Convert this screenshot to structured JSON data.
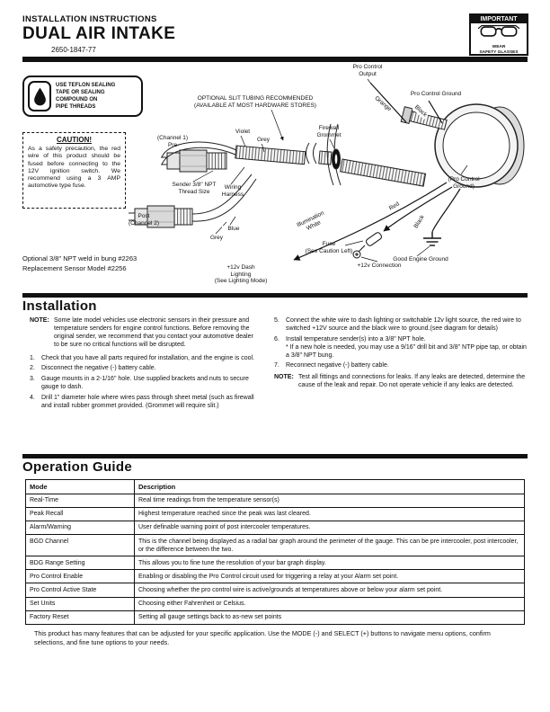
{
  "header": {
    "eyebrow": "INSTALLATION INSTRUCTIONS",
    "title": "DUAL AIR INTAKE",
    "part_number": "2650-1847-77",
    "badge_title": "IMPORTANT",
    "badge_subtitle": "WEAR\nSAFETY GLASSES"
  },
  "teflon_note": "USE TEFLON SEALING\nTAPE OR SEALING\nCOMPOUND ON\nPIPE THREADS",
  "caution": {
    "title": "CAUTION!",
    "body": "As a safety precaution, the red wire of this product should be fused before connecting to the 12V ignition switch. We recommend using a 3 AMP automotive type fuse."
  },
  "notes_left": {
    "optional_bung": "Optional 3/8\" NPT weld in bung #2263",
    "replacement_sensor": "Replacement Sensor Model #2256"
  },
  "diagram": {
    "pro_control_output": "Pro Control\nOutput",
    "pro_control_ground": "Pro Control Ground",
    "optional_tubing": "OPTIONAL SLIT TUBING RECOMMENDED\n(AVAILABLE AT MOST HARDWARE STORES)",
    "firewall_grommet": "Firewall\nGrommet",
    "channel1_pre": "(Channel 1)\nPre",
    "violet": "Violet",
    "grey_top": "Grey",
    "sender_thread": "Sender 3/8\" NPT\nThread Size",
    "wiring_harness": "Wiring\nHarness",
    "post_channel2": "Post\n(Channel 2)",
    "blue": "Blue",
    "grey_bottom": "Grey",
    "orange": "Orange",
    "black_top": "Black",
    "pro_control_ground_gauge": "(Pro Control\nGround)",
    "illumination_white": "Illumination\nWhite",
    "red": "Red",
    "black_bottom": "Black",
    "fuse": "Fuse\n(See Caution Left)",
    "plus12v_connection": "+12v Connection",
    "good_engine_ground": "Good Engine Ground",
    "dash_lighting": "+12v Dash\nLighting\n(See Lighting Mode)"
  },
  "installation": {
    "heading": "Installation",
    "note1_label": "NOTE:",
    "note1": "Some late model vehicles use electronic sensors in their pressure and temperature senders for engine control functions.  Before removing the original sender, we recommend that you contact your automotive dealer to be sure no critical functions will be disrupted.",
    "steps_left": [
      {
        "n": "1.",
        "t": "Check that you have all parts required for installation, and the engine is cool."
      },
      {
        "n": "2.",
        "t": "Disconnect the negative (-) battery cable."
      },
      {
        "n": "3.",
        "t": "Gauge mounts in a 2-1/16\" hole. Use supplied brackets and nuts to secure gauge to dash."
      },
      {
        "n": "4.",
        "t": "Drill 1\" diameter hole where wires pass through sheet metal (such as firewall and install rubber grommet provided. (Grommet will require slit.)"
      }
    ],
    "steps_right": [
      {
        "n": "5.",
        "t": "Connect the white wire to dash lighting or switchable 12v light source, the red wire to switched +12V source and the black wire to ground.(see diagram for details)"
      },
      {
        "n": "6.",
        "t": "Install temperature sender(s) into a 3/8\" NPT hole.\n* If a new hole is needed, you may use a 9/16\" drill bit and 3/8\" NTP pipe tap, or obtain a 3/8\" NPT bung."
      },
      {
        "n": "7.",
        "t": "Reconnect negative (-) battery cable."
      }
    ],
    "note2_label": "NOTE:",
    "note2": "Test all fittings and connections for leaks. If any leaks are detected, determine the cause of the leak and repair. Do not operate vehicle if any leaks are detected."
  },
  "operation_guide": {
    "heading": "Operation Guide",
    "columns": [
      "Mode",
      "Description"
    ],
    "rows": [
      [
        "Real-Time",
        "Real time readings from the temperature sensor(s)"
      ],
      [
        "Peak Recall",
        "Highest temperature reached since the peak was last cleared."
      ],
      [
        "Alarm/Warning",
        "User definable warning point of post intercooler temperatures."
      ],
      [
        "BGD Channel",
        "This is the channel being displayed as a radial bar graph around the perimeter of the gauge. This can be pre intercooler, post intercooler, or the difference between the two."
      ],
      [
        "BDG Range Setting",
        "This allows you to fine tune the resolution of your bar graph display."
      ],
      [
        "Pro Control Enable",
        "Enabling or disabling the Pro Control circuit used for triggering a relay at your Alarm set point."
      ],
      [
        "Pro Control Active State",
        "Choosing whether the pro control wire is active/grounds at temperatures above or below your alarm set point."
      ],
      [
        "Set Units",
        "Choosing either Fahrenheit or Celsius."
      ],
      [
        "Factory Reset",
        "Setting all gauge settings back to as-new set points"
      ]
    ],
    "footer": "This product has many features that can be adjusted for your specific application. Use the MODE (-) and SELECT (+) buttons to navigate menu options, confirm selections, and fine tune options to your needs."
  }
}
